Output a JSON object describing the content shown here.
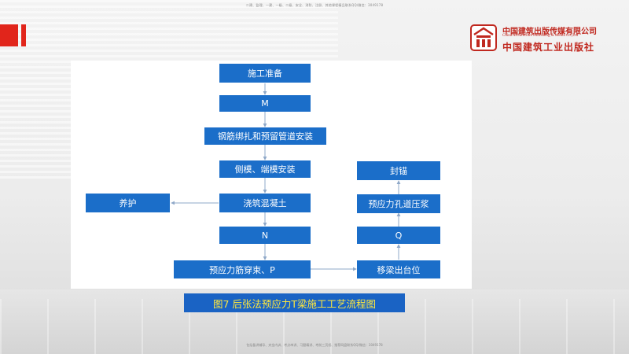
{
  "header": {
    "top_note": "二建、监理、一建、一级、二级、安全、消防、注册、其他课程精品联系QQ/微信：3049178"
  },
  "footer": {
    "bottom_note": "包括备讲辅导、夹金内训、考点串讲、习题精讲、考前三页纸、推荐网盘联系QQ/微信：3049178"
  },
  "logo": {
    "name_cn": "中国建筑出版传媒有限公司",
    "name_en": "China Architecture Publishing & Media Co.,Ltd",
    "name_cn2": "中国建筑工业出版社"
  },
  "flowchart": {
    "steps": {
      "prep": "施工准备",
      "m": "M",
      "rebar": "钢筋绑扎和预留管道安装",
      "formwork": "侧模、端模安装",
      "pour": "浇筑混凝土",
      "cure": "养护",
      "n": "N",
      "tendon": "预应力筋穿束、P",
      "move": "移梁出台位",
      "q": "Q",
      "grout": "预应力孔道压浆",
      "anchor": "封锚"
    }
  },
  "caption": "图7 后张法预应力T梁施工工艺流程图",
  "colors": {
    "box": "#1b6ec9",
    "caption_bg": "#1a63c4",
    "caption_text": "#ffe83d",
    "brand_red": "#e1251b",
    "connector": "#8fa8c8"
  }
}
